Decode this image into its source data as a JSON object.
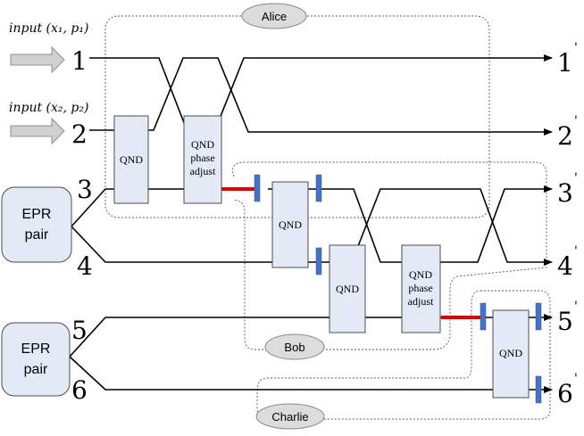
{
  "regions": {
    "alice": "Alice",
    "bob": "Bob",
    "charlie": "Charlie"
  },
  "inputs": [
    {
      "text": "input (x₁, p₁)"
    },
    {
      "text": "input (x₂, p₂)"
    }
  ],
  "epr_pairs": [
    {
      "line1": "EPR",
      "line2": "pair"
    },
    {
      "line1": "EPR",
      "line2": "pair"
    }
  ],
  "modes_in": [
    "1",
    "2",
    "3",
    "4",
    "5",
    "6"
  ],
  "modes_out": [
    "1",
    "2",
    "3",
    "4",
    "5",
    "6"
  ],
  "prime_mark": "'",
  "blocks": {
    "alice_qnd": "QND",
    "alice_phase": [
      "QND",
      "phase",
      "adjust"
    ],
    "bob_qnd_top": "QND",
    "bob_qnd_bottom": "QND",
    "bob_phase": [
      "QND",
      "phase",
      "adjust"
    ],
    "charlie_qnd": "QND"
  },
  "colors": {
    "box_fill": "#e3e9f5",
    "marker": "#4472c4",
    "classical_link": "#e00000"
  }
}
